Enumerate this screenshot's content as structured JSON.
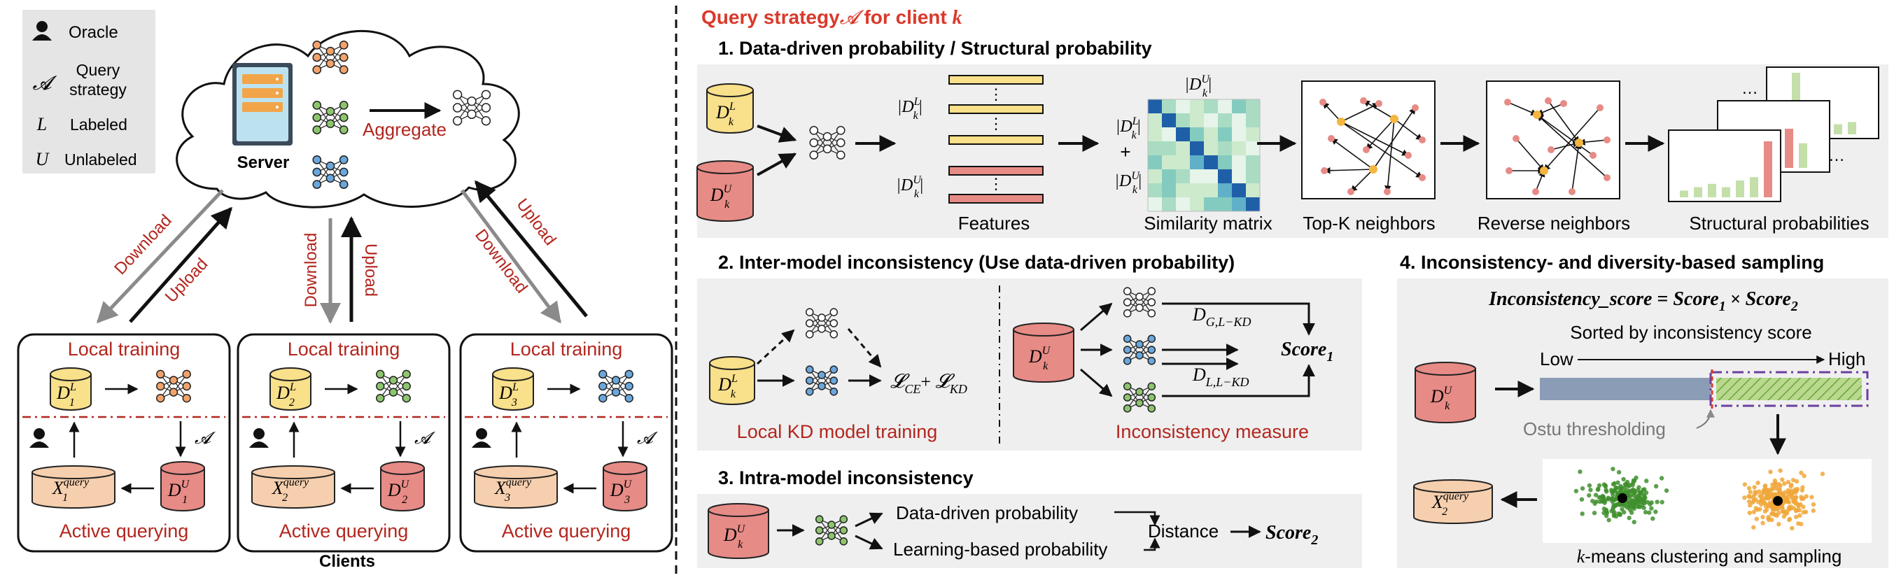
{
  "legend": {
    "oracle": "Oracle",
    "query_symbol": "𝓐",
    "query": "Query strategy",
    "query_l1": "Query",
    "query_l2": "strategy",
    "labeled_symbol": "L",
    "labeled": "Labeled",
    "unlabeled_symbol": "U",
    "unlabeled": "Unlabeled"
  },
  "server": {
    "label": "Server",
    "aggregate": "Aggregate"
  },
  "links": {
    "download": "Download",
    "upload": "Upload"
  },
  "clients": {
    "caption": "Clients",
    "items": [
      {
        "local_training": "Local training",
        "active_querying": "Active querying",
        "dl": "D",
        "dl_sup": "L",
        "dl_sub": "1",
        "du": "D",
        "du_sup": "U",
        "du_sub": "1",
        "xq": "X",
        "xq_sup": "query",
        "xq_sub": "1",
        "strategy": "𝓐",
        "model_color": "#f2a36b"
      },
      {
        "local_training": "Local training",
        "active_querying": "Active querying",
        "dl": "D",
        "dl_sup": "L",
        "dl_sub": "2",
        "du": "D",
        "du_sup": "U",
        "du_sub": "2",
        "xq": "X",
        "xq_sup": "query",
        "xq_sub": "2",
        "strategy": "𝓐",
        "model_color": "#8cc56d"
      },
      {
        "local_training": "Local training",
        "active_querying": "Active querying",
        "dl": "D",
        "dl_sup": "L",
        "dl_sub": "3",
        "du": "D",
        "du_sup": "U",
        "du_sub": "3",
        "xq": "X",
        "xq_sup": "query",
        "xq_sub": "3",
        "strategy": "𝓐",
        "model_color": "#6aa7dc"
      }
    ]
  },
  "right": {
    "title_prefix": "Query strategy",
    "title_symbol": "𝓐",
    "title_suffix": " for client ",
    "title_k": "k",
    "s1": {
      "title": "1. Data-driven probability / Structural probability",
      "dl": "D",
      "dl_sup": "L",
      "dl_sub": "k",
      "du": "D",
      "du_sup": "U",
      "du_sub": "k",
      "feat_l_label": "|D",
      "feat_sup_l": "L",
      "feat_sub": "k",
      "bar": "|",
      "feat_u_sup": "U",
      "dots": "⋮",
      "plus": "+",
      "features": "Features",
      "similarity": "Similarity matrix",
      "topk": "Top-K neighbors",
      "reverse": "Reverse neighbors",
      "structural": "Structural probabilities",
      "ellipsis": "…"
    },
    "s2": {
      "title": "2. Inter-model inconsistency (Use data-driven probability)",
      "loss": "𝓛",
      "loss_ce_sub": "CE",
      "plus": "+ ",
      "loss_kd_sub": "KD",
      "local_kd": "Local KD model training",
      "d_gl": "D",
      "d_gl_sub": "G,L−KD",
      "d_ll_sub": "L,L−KD",
      "score": "Score",
      "score_sub1": "1",
      "inconsistency_measure": "Inconsistency measure"
    },
    "s3": {
      "title": "3. Intra-model inconsistency",
      "data_driven": "Data-driven probability",
      "learning_based": "Learning-based probability",
      "distance": "Distance",
      "score": "Score",
      "score_sub2": "2"
    },
    "s4": {
      "title": "4. Inconsistency- and diversity-based sampling",
      "formula_lhs": "Inconsistency_score",
      "formula_eq": " = ",
      "formula_s": "Score",
      "formula_times": " × ",
      "sorted": "Sorted by inconsistency score",
      "low": "Low",
      "high": "High",
      "otsu": "Ostu thresholding",
      "kmeans_k": "k",
      "kmeans": "-means clustering and sampling",
      "xq_sub": "2"
    }
  },
  "colors": {
    "accent_red": "#b3261e",
    "labeled_fill": "#f9e08a",
    "unlabeled_fill": "#e78b86",
    "query_fill": "#f6cfae",
    "orange_model": "#f2a36b",
    "green_model": "#8cc56d",
    "blue_model": "#6aa7dc"
  }
}
